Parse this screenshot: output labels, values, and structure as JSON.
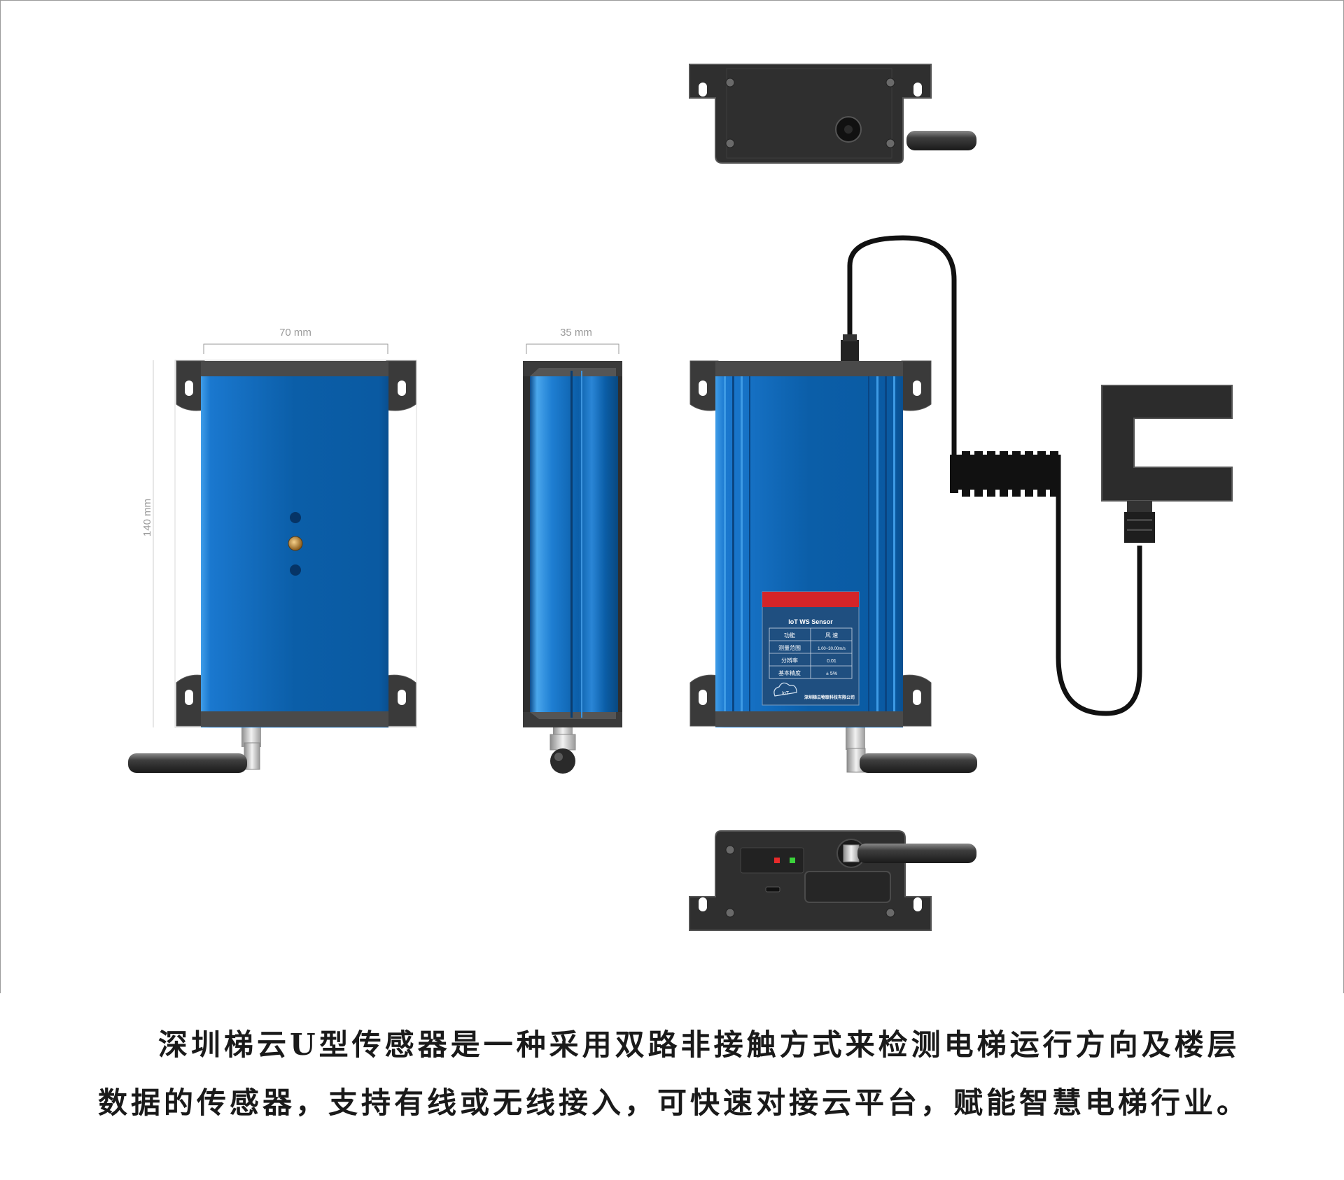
{
  "dimensions": {
    "width": "70 mm",
    "depth": "35 mm",
    "height": "140 mm"
  },
  "label": {
    "title": "IoT WS Sensor",
    "rows": [
      [
        "功能",
        "风 速"
      ],
      [
        "测量范围",
        "1.00~30.00m/s"
      ],
      [
        "分辨率",
        "0.01"
      ],
      [
        "基本精度",
        "± 5%"
      ]
    ],
    "logo_text": "IoT",
    "company": "深圳梯云物联科技有限公司"
  },
  "caption": {
    "line1": "深圳梯云U型传感器是一种采用双路非接触方式来检测电梯运行方向及楼层",
    "line2": "数据的传感器，支持有线或无线接入，可快速对接云平台，赋能智慧电梯行业。"
  },
  "colors": {
    "body_blue": "#0b5ea8",
    "bracket": "#3a3a3a",
    "label_red": "#d42428",
    "led_red": "#e82a2a",
    "led_green": "#3bd23b"
  }
}
